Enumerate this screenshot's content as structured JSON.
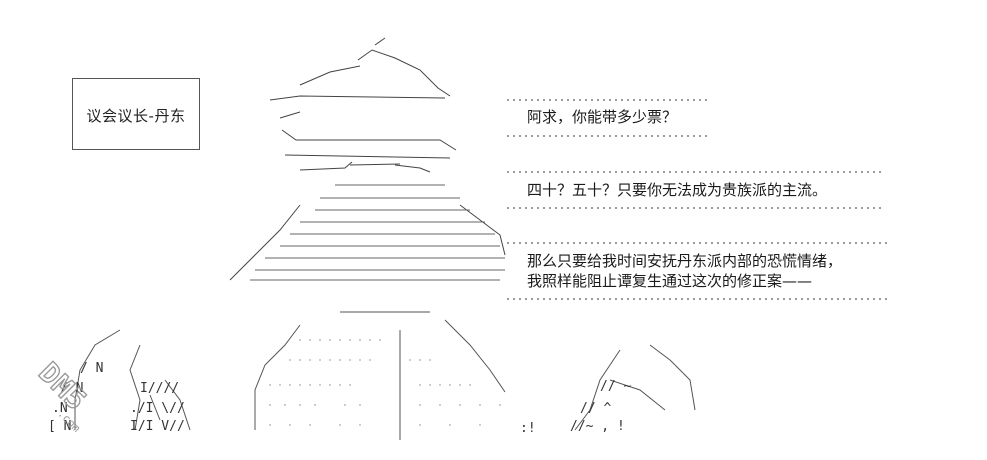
{
  "speaker_box": {
    "name": "议会议长-丹东"
  },
  "dialogue": [
    {
      "lines": [
        "阿求，你能带多少票？"
      ]
    },
    {
      "lines": [
        "四十？五十？只要你无法成为贵族派的主流。"
      ]
    },
    {
      "lines": [
        "那么只要给我时间安抚丹东派内部的恐慌情绪，",
        "我照样能阻止谭复生通过这次的修正案——"
      ]
    }
  ],
  "watermark": {
    "text": "DM5.com"
  }
}
